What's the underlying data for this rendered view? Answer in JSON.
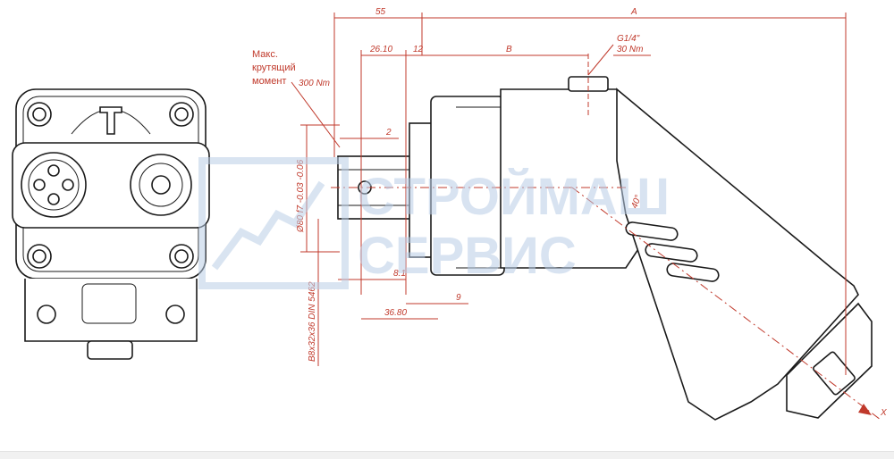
{
  "annotation": {
    "torque_label_line1": "Макс.",
    "torque_label_line2": "крутящий",
    "torque_label_line3": "момент",
    "torque_value": "300 Nm"
  },
  "dimensions": {
    "d55": "55",
    "dA": "A",
    "d26_10": "26.10",
    "d12": "12",
    "dB": "B",
    "port_thread": "G1/4\"",
    "port_torque": "30 Nm",
    "d2": "2",
    "shaft_diameter": "Ø80 f7 -0.03 -0.06",
    "shaft_spline": "B8x32x36 DIN 5462",
    "d8_1": "8.1",
    "d9": "9",
    "d36_80": "36.80",
    "angle": "40°",
    "axis_label": "X"
  },
  "watermark": {
    "line1": "СТРОЙМАШ",
    "line2": "СЕРВИС"
  },
  "colors": {
    "dimension": "#c0392b",
    "outline": "#1a1a1a",
    "watermark": "#b9cde6"
  }
}
